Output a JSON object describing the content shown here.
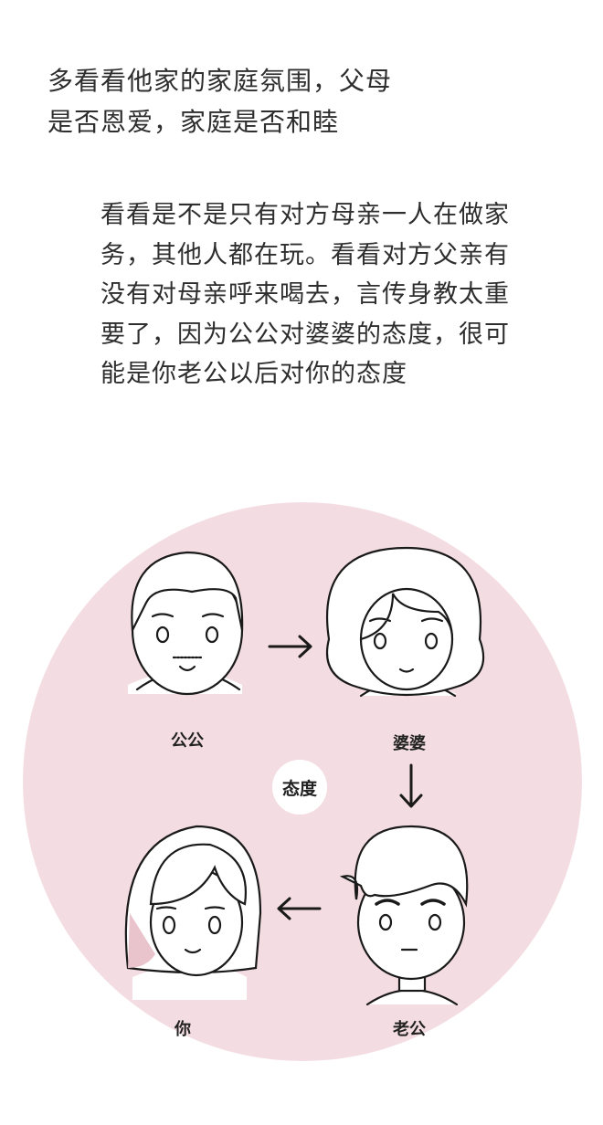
{
  "heading": {
    "lines": [
      "多看看他家的家庭氛围，父母",
      "是否恩爱，家庭是否和睦"
    ]
  },
  "paragraph": {
    "lines": [
      "看看是不是只有对方母亲一人在做家",
      "务，其他人都在玩。看看对方父亲有",
      "没有对母亲呼来喝去，言传身教太重",
      "要了，因为公公对婆婆的态度，很可",
      "能是你老公以后对你的态度"
    ]
  },
  "diagram": {
    "center_label": "态度",
    "people": [
      {
        "label": "公公"
      },
      {
        "label": "婆婆"
      },
      {
        "label": "老公"
      },
      {
        "label": "你"
      }
    ],
    "colors": {
      "circle": "#f4dde2",
      "shade": "#e9c4cc",
      "line": "#1a1a1a"
    }
  }
}
